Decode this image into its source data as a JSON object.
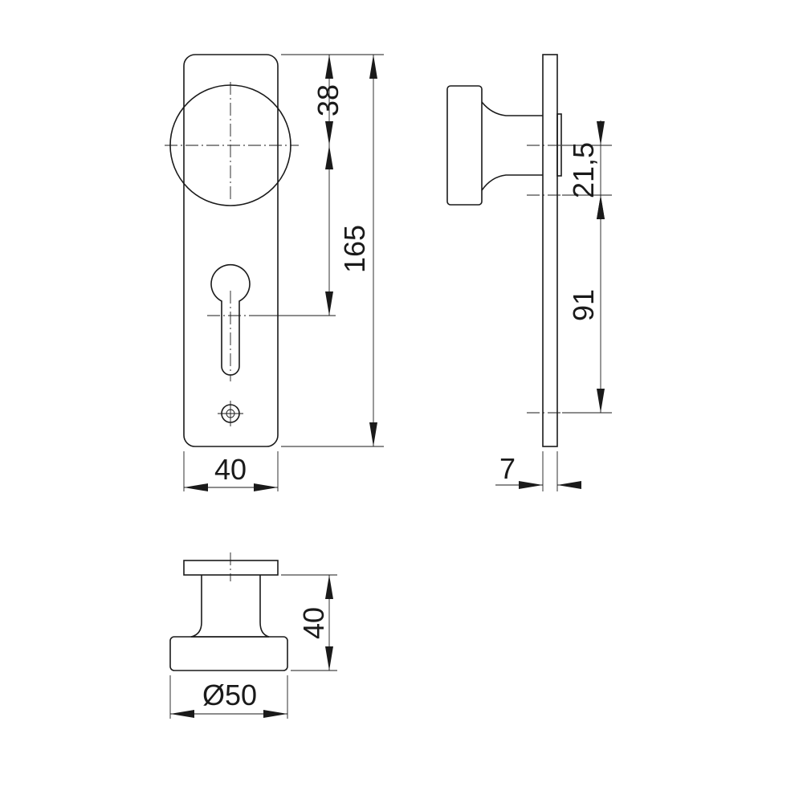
{
  "drawing": {
    "front": {
      "plate_width": "40",
      "knob_offset": "38",
      "overall_height": "165"
    },
    "side": {
      "spindle_offset": "21,5",
      "keyhole_distance": "91",
      "plate_thickness": "7"
    },
    "top": {
      "projection": "40",
      "knob_diameter": "Ø50"
    }
  }
}
